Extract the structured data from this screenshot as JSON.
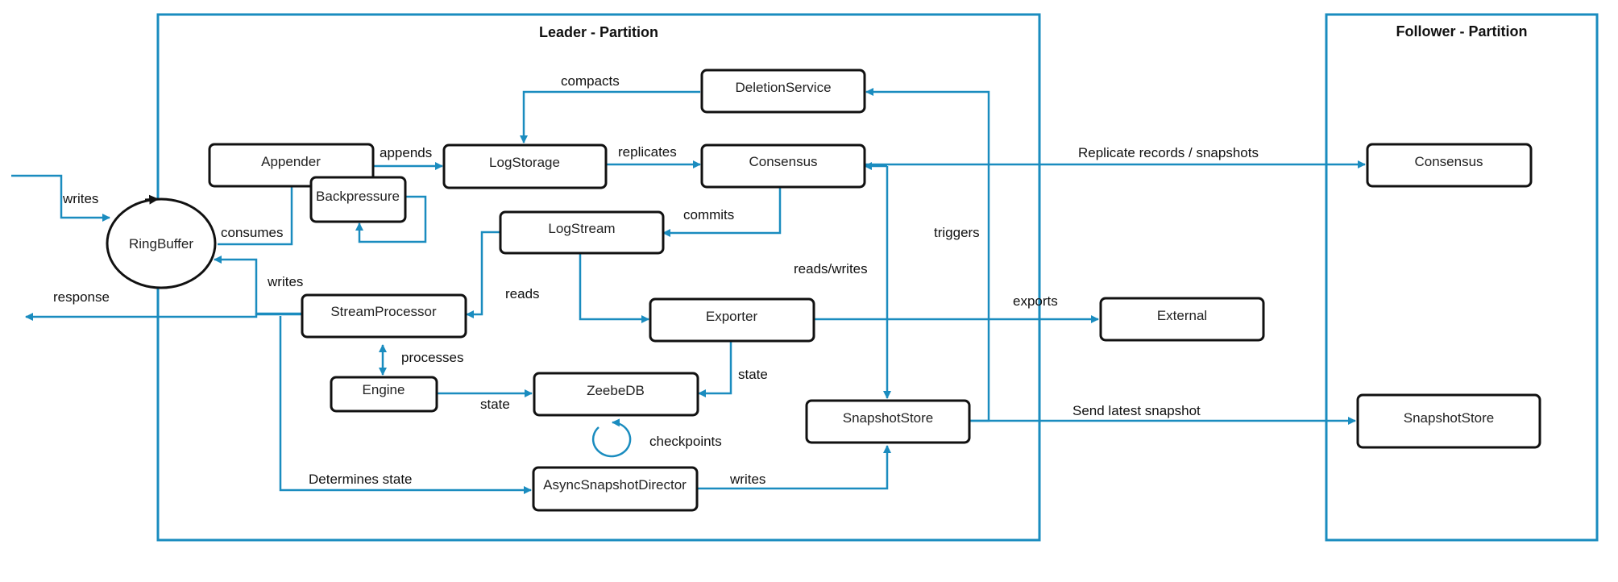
{
  "colors": {
    "edge": "#1a8cbf",
    "border": "#1a8cbf",
    "node_stroke": "#111111",
    "ring": "#111111"
  },
  "partitions": {
    "leader": {
      "title": "Leader - Partition"
    },
    "follower": {
      "title": "Follower - Partition"
    }
  },
  "nodes": {
    "appender": "Appender",
    "backpressure": "Backpressure",
    "ringbuffer": "RingBuffer",
    "logstorage": "LogStorage",
    "deletion_service": "DeletionService",
    "consensus_leader": "Consensus",
    "logstream": "LogStream",
    "stream_processor": "StreamProcessor",
    "exporter": "Exporter",
    "engine": "Engine",
    "zeebedb": "ZeebeDB",
    "snapshotstore_leader": "SnapshotStore",
    "async_snapshot_director": "AsyncSnapshotDirector",
    "external": "External",
    "consensus_follower": "Consensus",
    "snapshotstore_follower": "SnapshotStore"
  },
  "edges": {
    "writes_in": "writes",
    "consumes": "consumes",
    "appends": "appends",
    "compacts": "compacts",
    "replicates": "replicates",
    "commits": "commits",
    "reads": "reads",
    "writes_ring": "writes",
    "response": "response",
    "processes": "processes",
    "state_engine": "state",
    "state_exporter": "state",
    "checkpoints": "checkpoints",
    "determines_state": "Determines state",
    "writes_snapshot": "writes",
    "reads_writes": "reads/writes",
    "triggers": "triggers",
    "exports": "exports",
    "replicate_records": "Replicate records / snapshots",
    "send_latest_snapshot": "Send latest snapshot"
  }
}
